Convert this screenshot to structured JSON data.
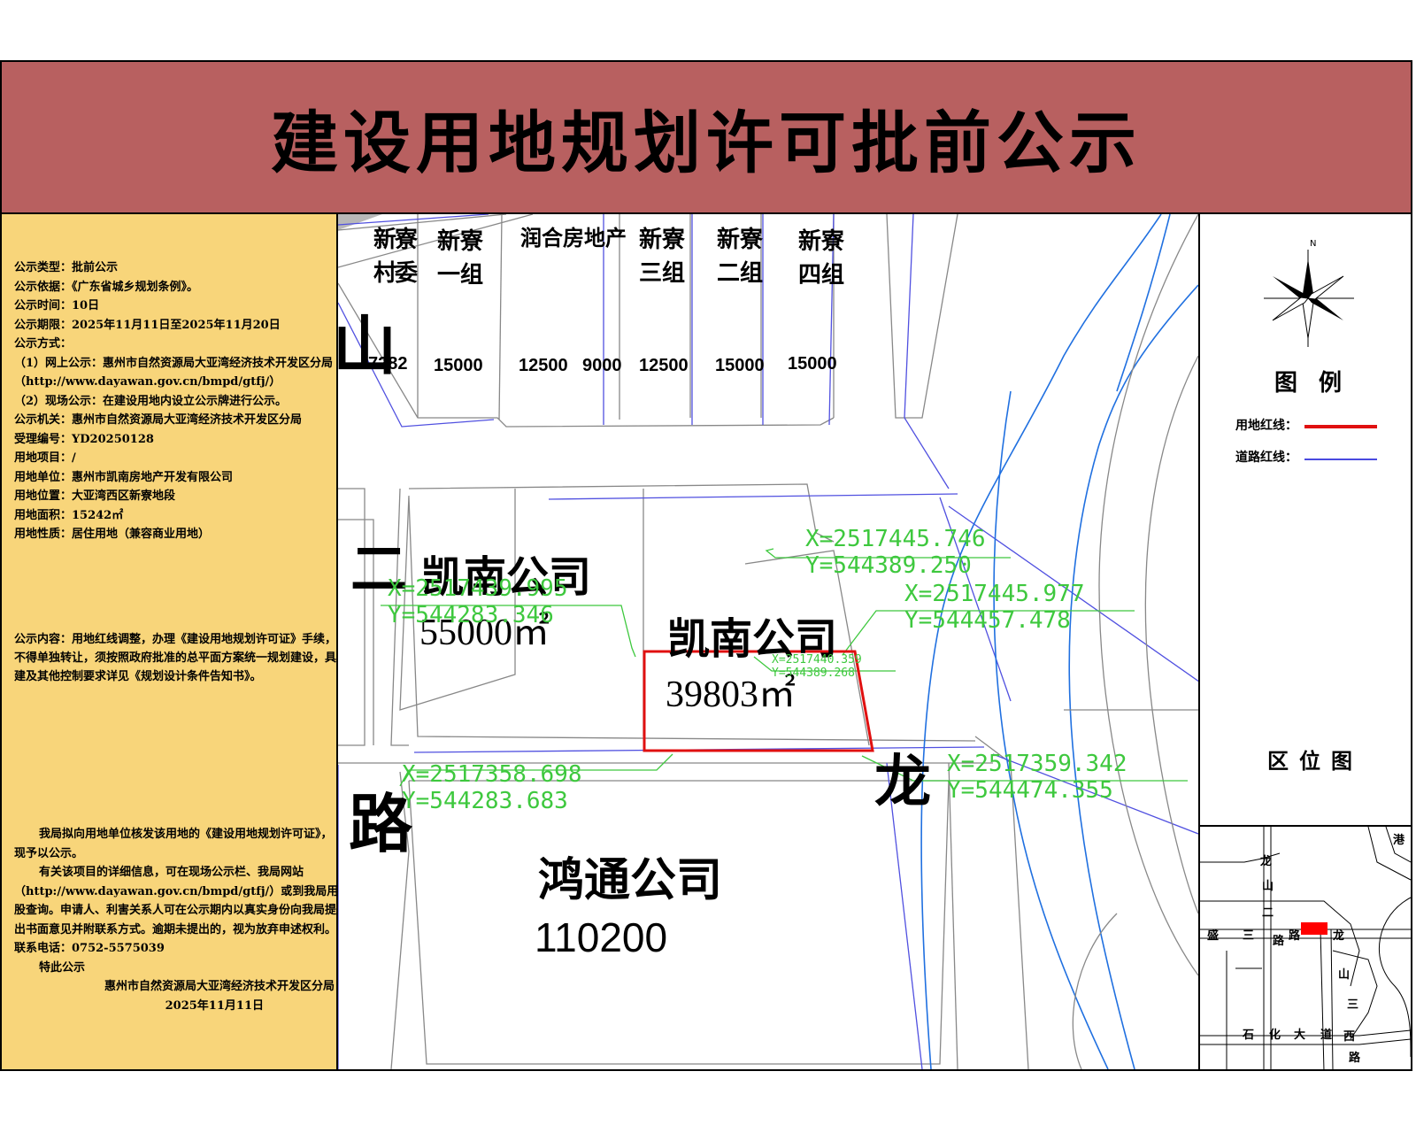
{
  "title": "建设用地规划许可批前公示",
  "info": {
    "fields": [
      "公示类型：批前公示",
      "公示依据：《广东省城乡规划条例》。",
      "公示时间：10日",
      "公示期限：2025年11月11日至2025年11月20日",
      "公示方式：",
      "（1）网上公示：惠州市自然资源局大亚湾经济技术开发区分局",
      "（http://www.dayawan.gov.cn/bmpd/gtfj/）",
      "（2）现场公示：在建设用地内设立公示牌进行公示。",
      "公示机关：惠州市自然资源局大亚湾经济技术开发区分局",
      "受理编号：YD20250128",
      "用地项目：/",
      "用地单位：惠州市凯南房地产开发有限公司",
      "用地位置：大亚湾西区新寮地段",
      "用地面积：15242㎡",
      "用地性质：居住用地（兼容商业用地）"
    ],
    "content_lines": [
      "公示内容：用地红线调整，办理《建设用地规划许可证》手续，用地",
      "不得单独转让，须按照政府批准的总平面方案统一规划建设，具体配",
      "建及其他控制要求详见《规划设计条件告知书》。"
    ],
    "notice_lines": [
      "我局拟向用地单位核发该用地的《建设用地规划许可证》，",
      "现予以公示。",
      "有关该项目的详细信息，可在现场公示栏、我局网站",
      "（http://www.dayawan.gov.cn/bmpd/gtfj/）或到我局用地",
      "股查询。申请人、利害关系人可在公示期内以真实身份向我局提",
      "出书面意见并附联系方式。逾期未提出的，视为放弃申述权利。",
      "联系电话：0752-5575039",
      "特此公示"
    ],
    "signer": "惠州市自然资源局大亚湾经济技术开发区分局",
    "date": "2025年11月11日"
  },
  "map": {
    "top_groups": [
      {
        "name": "新寮村委",
        "area": "7282"
      },
      {
        "name": "新寮一组",
        "area": "15000"
      },
      {
        "name": "润合房地产",
        "area": "12500"
      },
      {
        "name": "",
        "area": "9000"
      },
      {
        "name": "新寮三组",
        "area": "12500"
      },
      {
        "name": "新寮二组",
        "area": "15000"
      },
      {
        "name": "新寮四组",
        "area": "15000"
      }
    ],
    "parcels": [
      {
        "name": "凯南公司",
        "area": "55000㎡"
      },
      {
        "name": "凯南公司",
        "area": "39803㎡"
      },
      {
        "name": "鸿通公司",
        "area": "110200"
      }
    ],
    "road_chars": [
      "山",
      "二",
      "路",
      "龙"
    ],
    "coords": [
      {
        "x": "X=2517445.746",
        "y": "Y=544389.250"
      },
      {
        "x": "X=2517445.977",
        "y": "Y=544457.478"
      },
      {
        "x": "X=2517439.995",
        "y": "Y=544283.346"
      },
      {
        "x": "X=2517440.359",
        "y": "Y=544389.268"
      },
      {
        "x": "X=2517358.698",
        "y": "Y=544283.683"
      },
      {
        "x": "X=2517359.342",
        "y": "Y=544474.355"
      }
    ]
  },
  "legend": {
    "north": "N",
    "title": "图例",
    "items": [
      {
        "label": "用地红线：",
        "color": "#e01010"
      },
      {
        "label": "道路红线：",
        "color": "#4a4ae0"
      }
    ],
    "location_title": "区位图",
    "location_labels": [
      "龙",
      "山",
      "二",
      "路",
      "盛",
      "三",
      "路",
      "龙",
      "山",
      "三",
      "石",
      "化",
      "大",
      "道",
      "西",
      "路",
      "港"
    ]
  }
}
